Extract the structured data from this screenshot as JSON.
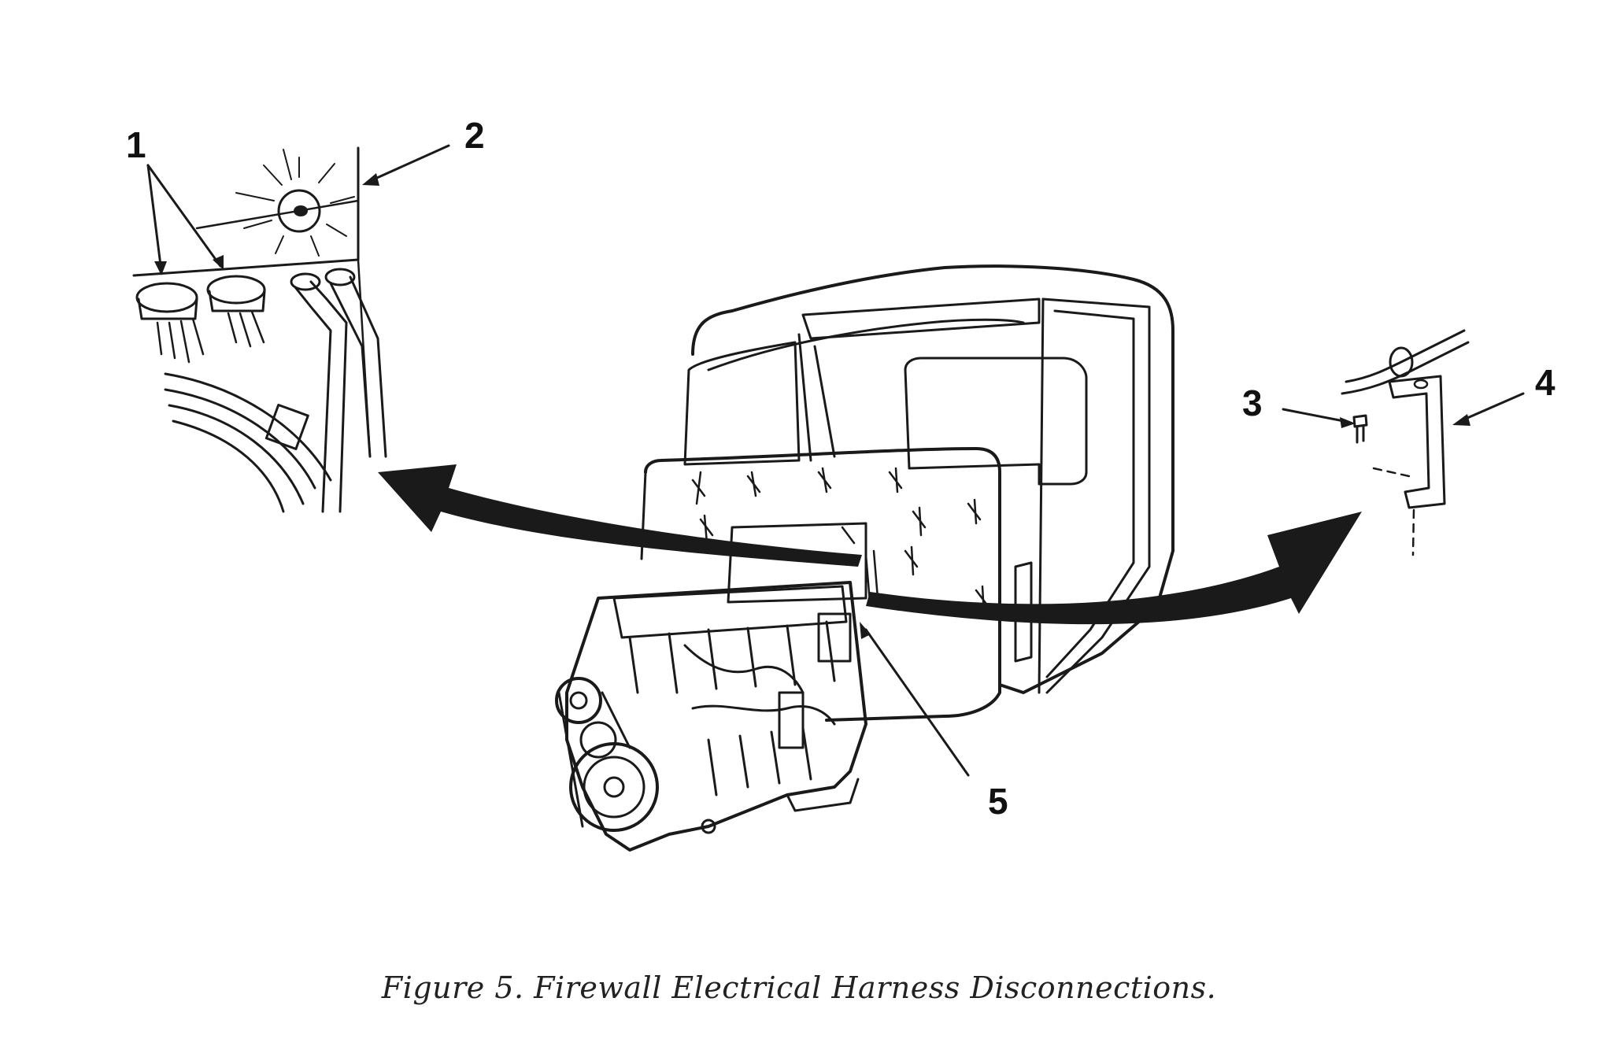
{
  "figure": {
    "caption": "Figure 5.  Firewall Electrical Harness Disconnections.",
    "callouts": {
      "c1": "1",
      "c2": "2",
      "c3": "3",
      "c4": "4",
      "c5": "5"
    }
  },
  "colors": {
    "ink": "#1a1a1a",
    "background": "#ffffff"
  }
}
